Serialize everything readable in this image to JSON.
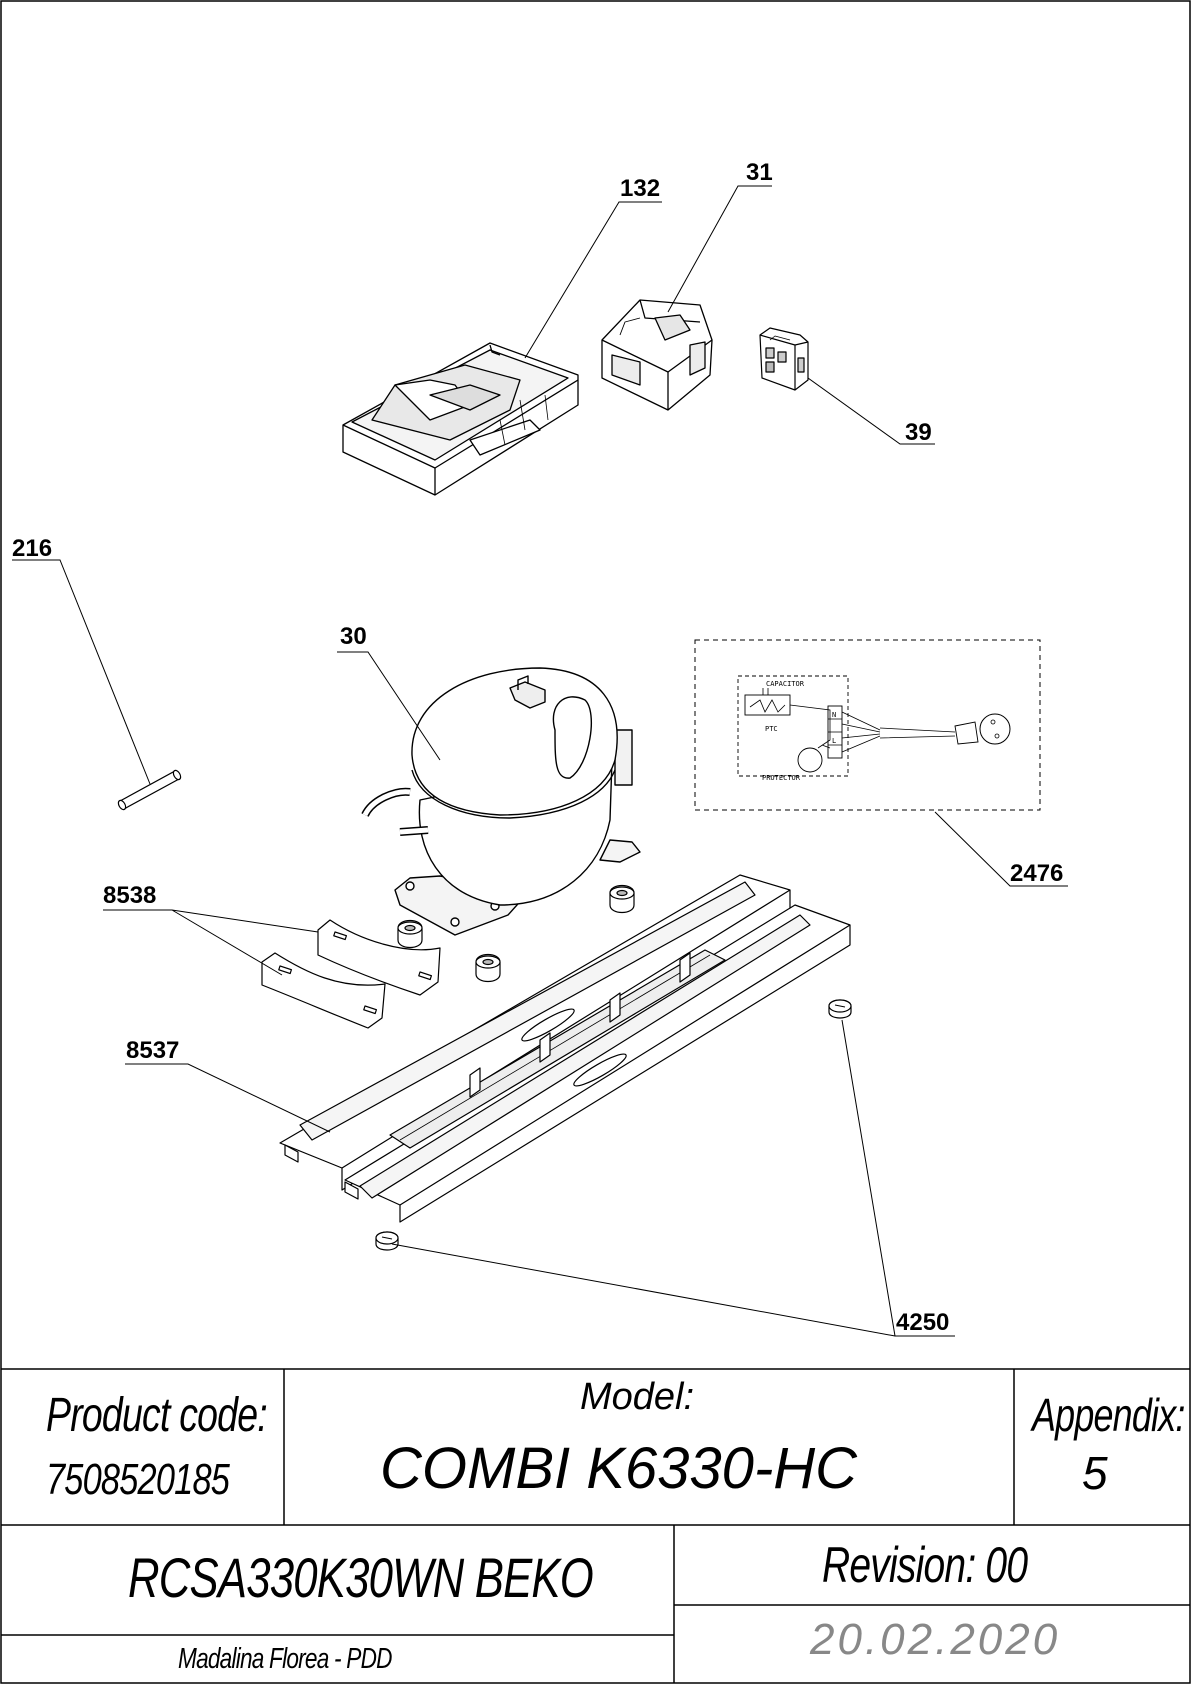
{
  "callouts": {
    "c132": "132",
    "c31": "31",
    "c39": "39",
    "c216": "216",
    "c30": "30",
    "c2476": "2476",
    "c8538": "8538",
    "c8537": "8537",
    "c4250": "4250"
  },
  "schematic": {
    "capacitor": "CAPACITOR",
    "ptc": "PTC",
    "protector": "PROTECTOR",
    "n": "N",
    "l": "L"
  },
  "title_block": {
    "product_code_label": "Product code:",
    "product_code": "7508520185",
    "model_label": "Model:",
    "model": "COMBI K6330-HC",
    "appendix_label": "Appendix:",
    "appendix": "5",
    "variant": "RCSA330K30WN BEKO",
    "revision": "Revision: 00",
    "author": "Madalina Florea - PDD",
    "date": "20.02.2020"
  }
}
